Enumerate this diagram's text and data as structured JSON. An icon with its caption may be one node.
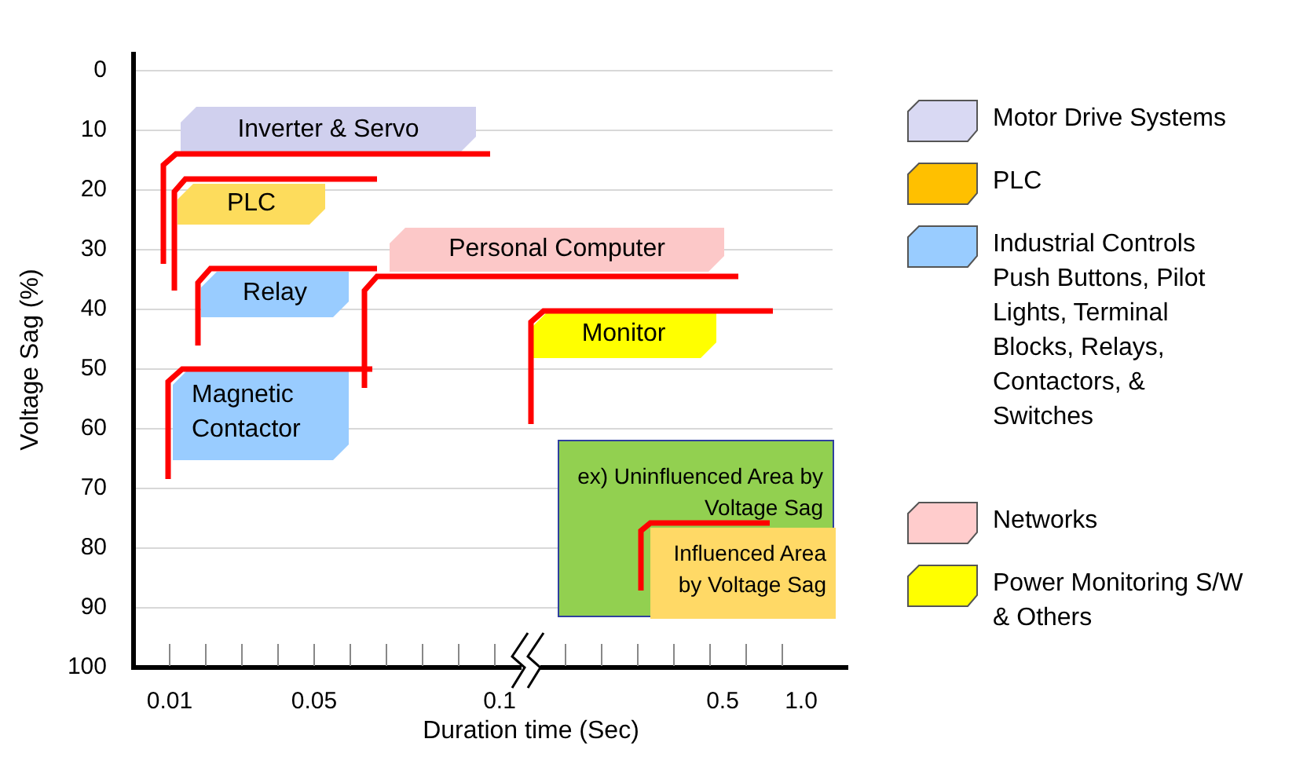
{
  "diagram": {
    "nodes": [
      {
        "text": [
          "Inverter & Servo"
        ]
      },
      {
        "text": [
          "PLC"
        ]
      },
      {
        "text": [
          "Personal Computer"
        ]
      },
      {
        "text": [
          "Relay"
        ]
      },
      {
        "text": [
          "Monitor"
        ]
      },
      {
        "text": [
          "Magnetic Contactor"
        ]
      },
      {
        "text": [
          "ex) Uninfluenced Area by Voltage Sag"
        ]
      },
      {
        "text": [
          "Influenced Area by Voltage Sag"
        ],
        "in": 6
      }
    ],
    "edges": [],
    "labels": [
      "0",
      "10",
      "20",
      "30",
      "40",
      "50",
      "60",
      "70",
      "80",
      "90",
      "100",
      "Voltage Sag (%)",
      "0.01",
      "0.05",
      "0.1",
      "0.5",
      "1.0",
      "Duration time (Sec)"
    ],
    "legend": [
      {
        "text": "Motor Drive Systems",
        "color": "#d9d9f3"
      },
      {
        "text": "PLC",
        "color": "#ffc000"
      },
      {
        "text": "Industrial Controls Push Buttons, Pilot Lights, Terminal Blocks, Relays, Contactors, & Switches",
        "color": "#99ccff"
      },
      {
        "text": "Networks",
        "color": "#ffcccc"
      },
      {
        "text": "Power Monitoring S/W & Others",
        "color": "#ffff00"
      }
    ]
  }
}
